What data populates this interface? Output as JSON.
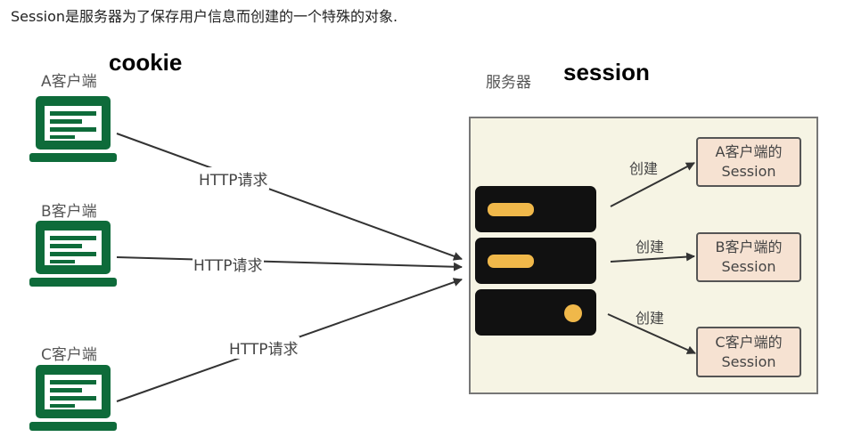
{
  "intro_text": "Session是服务器为了保存用户信息而创建的一个特殊的对象.",
  "annotations": {
    "cookie": "cookie",
    "session": "session"
  },
  "clients": [
    {
      "label": "A客户端"
    },
    {
      "label": "B客户端"
    },
    {
      "label": "C客户端"
    }
  ],
  "server_label": "服务器",
  "http_label": "HTTP请求",
  "create_label": "创建",
  "sessions": [
    {
      "line1": "A客户端的",
      "line2": "Session"
    },
    {
      "line1": "B客户端的",
      "line2": "Session"
    },
    {
      "line1": "C客户端的",
      "line2": "Session"
    }
  ],
  "colors": {
    "laptop": "#0e6b3a",
    "server": "#111111",
    "indicator": "#f0b84a",
    "panel": "#f6f4e4",
    "session_box": "#f6e2d2"
  }
}
